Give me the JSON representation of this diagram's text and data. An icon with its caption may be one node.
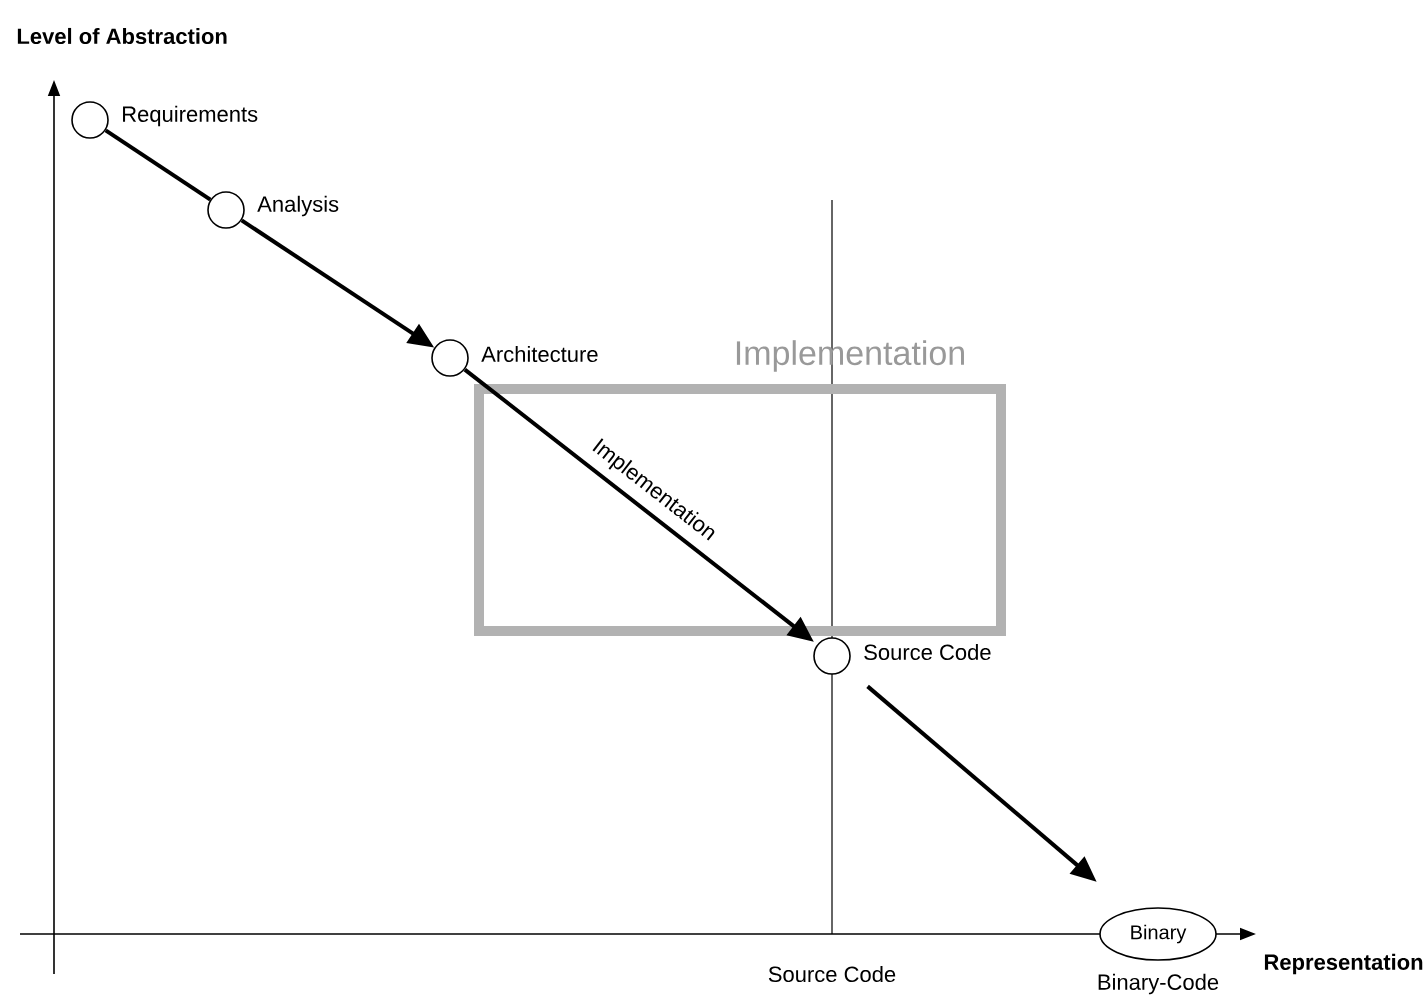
{
  "diagram": {
    "nodes": [
      {
        "text": [],
        "shape": "circle",
        "beside": [
          "Requirements"
        ]
      },
      {
        "text": [],
        "shape": "circle",
        "beside": [
          "Analysis"
        ]
      },
      {
        "text": [],
        "shape": "circle",
        "beside": [
          "Architecture"
        ]
      },
      {
        "text": [],
        "shape": "circle",
        "beside": [
          "Source Code"
        ]
      },
      {
        "text": [
          "Binary"
        ]
      }
    ],
    "edges": [
      {
        "from": 0,
        "to": 1,
        "arrow": "none"
      },
      {
        "from": 1,
        "to": 2,
        "arrow": "to"
      },
      {
        "from": 2,
        "to": 3,
        "arrow": "to",
        "label": "Implementation"
      },
      {
        "from": 3,
        "to": 4,
        "arrow": "to"
      }
    ],
    "labels": [
      "Implementation",
      "Level of Abstraction",
      "Source Code",
      "Binary-Code",
      "Representation"
    ]
  }
}
